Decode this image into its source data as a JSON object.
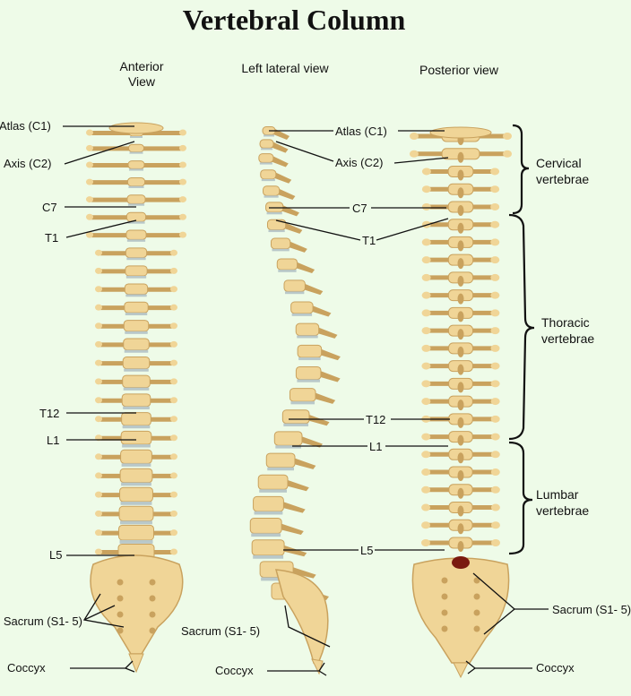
{
  "title": "Vertebral Column",
  "views": {
    "anterior": "Anterior\nView",
    "lateral": "Left lateral view",
    "posterior": "Posterior view"
  },
  "labels": {
    "anterior": {
      "atlas": "Atlas (C1)",
      "axis": "Axis (C2)",
      "c7": "C7",
      "t1": "T1",
      "t12": "T12",
      "l1": "L1",
      "l5": "L5",
      "sacrum": "Sacrum (S1- 5)",
      "coccyx": "Coccyx"
    },
    "middle": {
      "atlas": "Atlas (C1)",
      "axis": "Axis (C2)",
      "c7": "C7",
      "t1": "T1",
      "t12": "T12",
      "l1": "L1",
      "l5": "L5",
      "sacrum": "Sacrum (S1- 5)",
      "coccyx": "Coccyx"
    },
    "posterior": {
      "sacrum": "Sacrum (S1- 5)",
      "coccyx": "Coccyx"
    }
  },
  "groups": {
    "cervical": "Cervical\nvertebrae",
    "thoracic": "Thoracic\nvertebrae",
    "lumbar": "Lumbar\nvertebrae"
  },
  "colors": {
    "background": "#eefbe8",
    "bone": "#f0d597",
    "bone_shade": "#c9a25e",
    "disc": "#b9c8c9",
    "line": "#111111"
  }
}
